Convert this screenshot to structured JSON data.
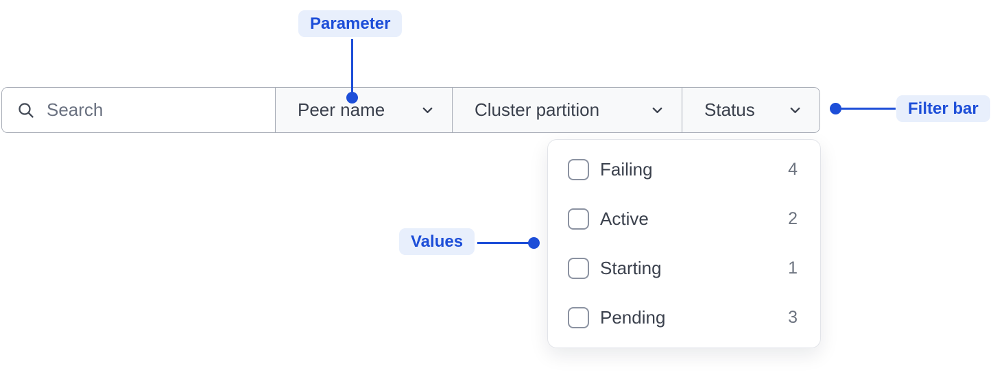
{
  "filter_bar": {
    "search": {
      "placeholder": "Search",
      "value": ""
    },
    "dropdowns": [
      {
        "label": "Peer name"
      },
      {
        "label": "Cluster partition"
      },
      {
        "label": "Status"
      }
    ]
  },
  "status_dropdown": {
    "open_for": "Status",
    "options": [
      {
        "label": "Failing",
        "count": "4",
        "checked": false
      },
      {
        "label": "Active",
        "count": "2",
        "checked": false
      },
      {
        "label": "Starting",
        "count": "1",
        "checked": false
      },
      {
        "label": "Pending",
        "count": "3",
        "checked": false
      }
    ]
  },
  "annotations": {
    "parameter": "Parameter",
    "values": "Values",
    "filter_bar": "Filter bar",
    "accent_color": "#1d4ed8",
    "pill_background": "#e8effc"
  }
}
